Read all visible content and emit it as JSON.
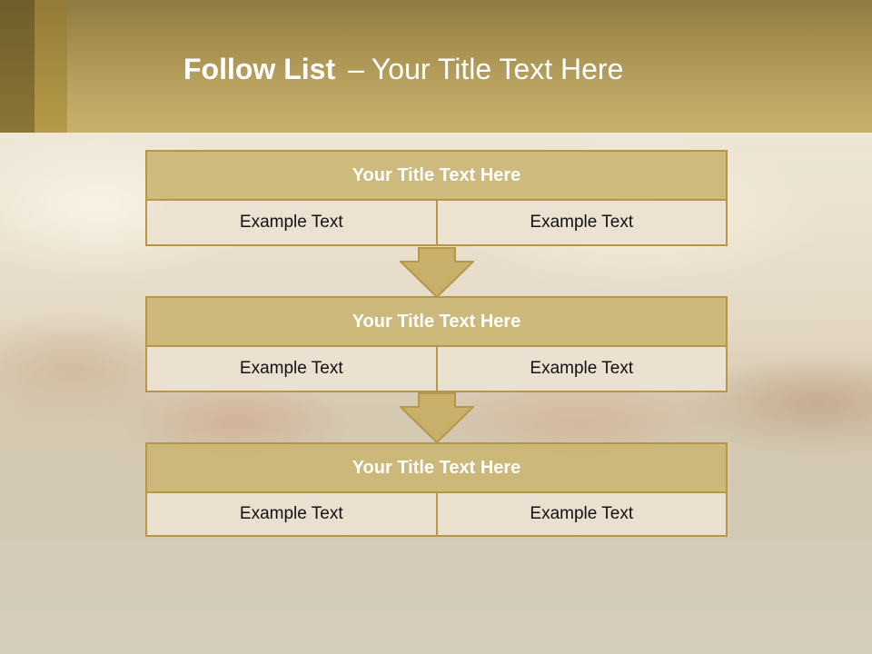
{
  "slide": {
    "title_bold": "Follow List",
    "title_sep": "–",
    "title_rest": "Your Title Text Here"
  },
  "blocks": [
    {
      "title": "Your Title Text Here",
      "left": "Example Text",
      "right": "Example Text"
    },
    {
      "title": "Your Title Text Here",
      "left": "Example Text",
      "right": "Example Text"
    },
    {
      "title": "Your Title Text Here",
      "left": "Example Text",
      "right": "Example Text"
    }
  ],
  "colors": {
    "accent": "#c9b16c",
    "border": "#b4974a",
    "cell": "#ece2d2",
    "header_dark": "#8e7b45"
  }
}
